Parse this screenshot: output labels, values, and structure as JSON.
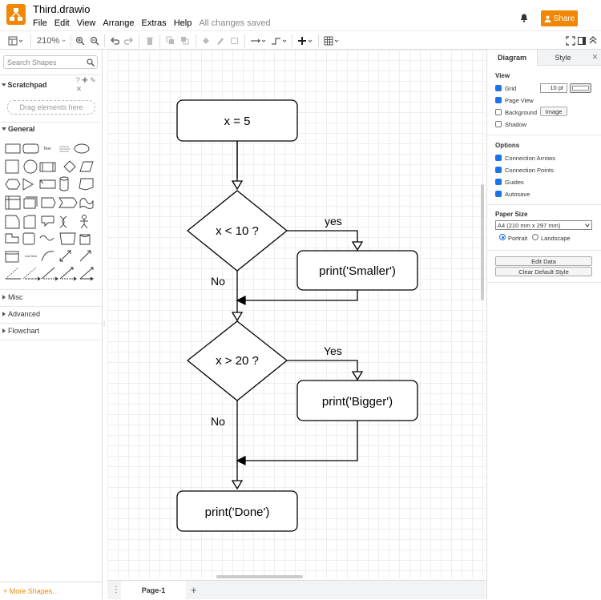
{
  "app": {
    "title": "Third.drawio",
    "menus": [
      "File",
      "Edit",
      "View",
      "Arrange",
      "Extras",
      "Help"
    ],
    "save_status": "All changes saved",
    "share_label": "Share",
    "brand_color": "#f08705"
  },
  "toolbar": {
    "zoom": "210%",
    "icons": [
      "page-format-icon",
      "zoom-in-icon",
      "zoom-out-icon",
      "undo-icon",
      "redo-icon",
      "delete-icon",
      "to-front-icon",
      "to-back-icon",
      "fill-color-icon",
      "line-color-icon",
      "shadow-icon",
      "connection-icon",
      "waypoints-icon",
      "insert-icon",
      "table-icon",
      "fullscreen-icon",
      "format-panel-icon",
      "collapse-icon"
    ]
  },
  "sidebar": {
    "search_placeholder": "Search Shapes",
    "scratchpad": "Scratchpad",
    "dropzone": "Drag elements here",
    "general": "General",
    "collapsed_sections": [
      "Misc",
      "Advanced",
      "Flowchart"
    ],
    "more_shapes": "+ More Shapes..."
  },
  "diagram": {
    "nodes": {
      "start": "x = 5",
      "cond1": "x < 10 ?",
      "smaller": "print('Smaller')",
      "cond2": "x > 20 ?",
      "bigger": "print('Bigger')",
      "done": "print('Done')"
    },
    "edge_labels": {
      "yes1": "yes",
      "no1": "No",
      "yes2": "Yes",
      "no2": "No"
    }
  },
  "pages": {
    "active": "Page-1"
  },
  "format_panel": {
    "tabs": [
      "Diagram",
      "Style"
    ],
    "view": {
      "heading": "View",
      "grid": "Grid",
      "grid_size": "10 pt",
      "page_view": "Page View",
      "background": "Background",
      "image_button": "Image",
      "shadow": "Shadow"
    },
    "options": {
      "heading": "Options",
      "connection_arrows": "Connection Arrows",
      "connection_points": "Connection Points",
      "guides": "Guides",
      "autosave": "Autosave"
    },
    "paper": {
      "heading": "Paper Size",
      "size": "A4 (210 mm x 297 mm)",
      "portrait": "Portrait",
      "landscape": "Landscape"
    },
    "buttons": {
      "edit_data": "Edit Data",
      "clear_style": "Clear Default Style"
    }
  }
}
